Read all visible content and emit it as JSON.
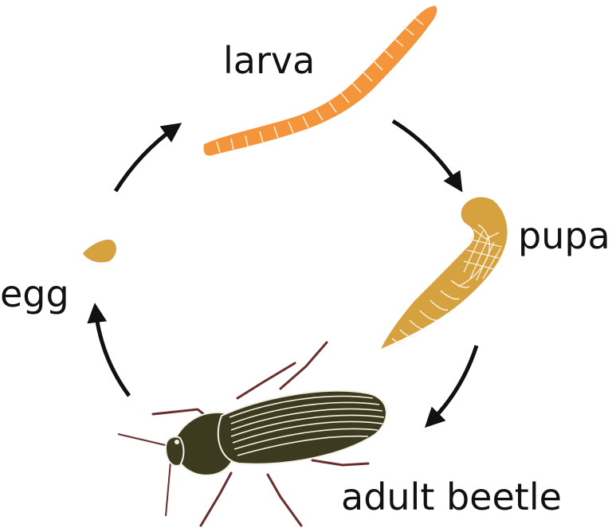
{
  "stages": {
    "larva": "larva",
    "pupa": "pupa",
    "egg": "egg",
    "adult": "adult beetle"
  },
  "colors": {
    "background": "#ffffff",
    "arrow": "#111111",
    "larva": "#f5953b",
    "larva_segments": "#fde7cf",
    "pupa": "#d6a13f",
    "pupa_lines": "#fbf1dc",
    "egg": "#d6a13f",
    "beetle_body": "#3d3b1f",
    "beetle_stripes": "#f4f1e6",
    "beetle_legs": "#6b2e2e"
  },
  "cycle_order": [
    "egg",
    "larva",
    "pupa",
    "adult beetle"
  ]
}
